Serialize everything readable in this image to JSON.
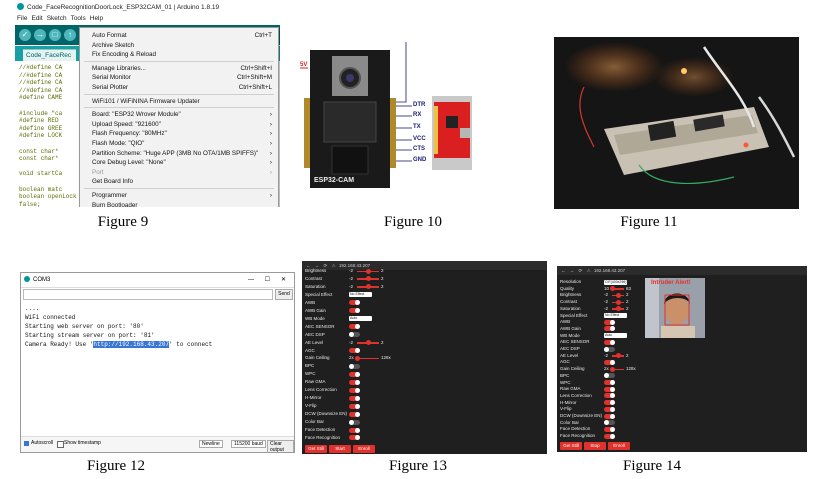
{
  "figure9": {
    "caption": "Figure 9",
    "window_title": "Code_FaceRecognitionDoorLock_ESP32CAM_01 | Arduino 1.8.19",
    "menubar": [
      "File",
      "Edit",
      "Sketch",
      "Tools",
      "Help"
    ],
    "tab_label": "Code_FaceRec",
    "code_lines": [
      "//#define CA",
      "//#define CA",
      "//#define CA",
      "//#define CA",
      "#define CAME",
      "",
      "#include \"ca",
      "#define RED",
      "#define GREE",
      "#define LOCK",
      "",
      "const char*",
      "const char*",
      "",
      "void startCa",
      "",
      "boolean matc",
      "boolean openLock = false;"
    ],
    "tools_menu": [
      {
        "label": "Auto Format",
        "shortcut": "Ctrl+T"
      },
      {
        "label": "Archive Sketch",
        "shortcut": ""
      },
      {
        "label": "Fix Encoding & Reload",
        "shortcut": ""
      },
      {
        "label": "Manage Libraries...",
        "shortcut": "Ctrl+Shift+I"
      },
      {
        "label": "Serial Monitor",
        "shortcut": "Ctrl+Shift+M"
      },
      {
        "label": "Serial Plotter",
        "shortcut": "Ctrl+Shift+L"
      },
      {
        "label": "WiFi101 / WiFiNINA Firmware Updater",
        "shortcut": ""
      },
      {
        "label": "Board: \"ESP32 Wrover Module\"",
        "shortcut": "›"
      },
      {
        "label": "Upload Speed: \"921600\"",
        "shortcut": "›"
      },
      {
        "label": "Flash Frequency: \"80MHz\"",
        "shortcut": "›"
      },
      {
        "label": "Flash Mode: \"QIO\"",
        "shortcut": "›"
      },
      {
        "label": "Partition Scheme: \"Huge APP (3MB No OTA/1MB SPIFFS)\"",
        "shortcut": "›"
      },
      {
        "label": "Core Debug Level: \"None\"",
        "shortcut": "›"
      },
      {
        "label": "Port",
        "shortcut": "›",
        "disabled": true
      },
      {
        "label": "Get Board Info",
        "shortcut": ""
      },
      {
        "label": "Programmer",
        "shortcut": "›"
      },
      {
        "label": "Burn Bootloader",
        "shortcut": ""
      }
    ]
  },
  "figure10": {
    "caption": "Figure 10",
    "supply_label": "5V",
    "board_label": "ESP32-CAM",
    "pins": [
      "DTR",
      "RX",
      "TX",
      "VCC",
      "CTS",
      "GND"
    ]
  },
  "figure11": {
    "caption": "Figure 11"
  },
  "figure12": {
    "caption": "Figure 12",
    "window_title": "COM3",
    "send_label": "Send",
    "lines": [
      "....",
      "WiFi connected",
      "Starting web server on port: '80'",
      "Starting stream server on port: '81'"
    ],
    "camera_ready_prefix": "Camera Ready! Use '",
    "camera_ready_url": "http://192.168.43.207",
    "camera_ready_suffix": "' to connect",
    "autoscroll_label": "Autoscroll",
    "timestamp_label": "Show timestamp",
    "line_ending": "Newline",
    "baud": "115200 baud",
    "clear_label": "Clear output"
  },
  "figure13": {
    "caption": "Figure 13",
    "url": "192.168.43.207",
    "rows": [
      {
        "label": "Brightness",
        "kind": "slider",
        "min": "-2",
        "max": "2",
        "level": 0.5
      },
      {
        "label": "Contrast",
        "kind": "slider",
        "min": "-2",
        "max": "2",
        "level": 0.5
      },
      {
        "label": "Saturation",
        "kind": "slider",
        "min": "-2",
        "max": "2",
        "level": 0.5
      },
      {
        "label": "Special Effect",
        "kind": "select",
        "value": "No Effect"
      },
      {
        "label": "AWB",
        "kind": "toggle",
        "on": true
      },
      {
        "label": "AWB Gain",
        "kind": "toggle",
        "on": true
      },
      {
        "label": "WB Mode",
        "kind": "select",
        "value": "Auto"
      },
      {
        "label": "AEC SENSOR",
        "kind": "toggle",
        "on": true
      },
      {
        "label": "AEC DSP",
        "kind": "toggle",
        "on": false
      },
      {
        "label": "AE Level",
        "kind": "slider",
        "min": "-2",
        "max": "2",
        "level": 0.5
      },
      {
        "label": "AGC",
        "kind": "toggle",
        "on": true
      },
      {
        "label": "Gain Ceiling",
        "kind": "slider",
        "min": "2x",
        "max": "128x",
        "level": 0.0
      },
      {
        "label": "BPC",
        "kind": "toggle",
        "on": false
      },
      {
        "label": "WPC",
        "kind": "toggle",
        "on": true
      },
      {
        "label": "Raw GMA",
        "kind": "toggle",
        "on": true
      },
      {
        "label": "Lens Correction",
        "kind": "toggle",
        "on": true
      },
      {
        "label": "H-Mirror",
        "kind": "toggle",
        "on": true
      },
      {
        "label": "V-Flip",
        "kind": "toggle",
        "on": true
      },
      {
        "label": "DCW (Downsize EN)",
        "kind": "toggle",
        "on": true
      },
      {
        "label": "Color Bar",
        "kind": "toggle",
        "on": false
      },
      {
        "label": "Face Detection",
        "kind": "toggle",
        "on": true
      },
      {
        "label": "Face Recognition",
        "kind": "toggle",
        "on": true
      }
    ],
    "buttons": [
      "Get Still",
      "Start Stream",
      "Enroll Face"
    ]
  },
  "figure14": {
    "caption": "Figure 14",
    "url": "192.168.43.207",
    "preview_text": "Intruder Alert!",
    "rows": [
      {
        "label": "Resolution",
        "kind": "select",
        "value": "CIF(400x296)"
      },
      {
        "label": "Quality",
        "kind": "slider",
        "min": "10",
        "max": "63",
        "level": 0.0
      },
      {
        "label": "Brightness",
        "kind": "slider",
        "min": "-2",
        "max": "2",
        "level": 0.5
      },
      {
        "label": "Contrast",
        "kind": "slider",
        "min": "-2",
        "max": "2",
        "level": 0.5
      },
      {
        "label": "Saturation",
        "kind": "slider",
        "min": "-2",
        "max": "2",
        "level": 0.5
      },
      {
        "label": "Special Effect",
        "kind": "select",
        "value": "No Effect"
      },
      {
        "label": "AWB",
        "kind": "toggle",
        "on": true
      },
      {
        "label": "AWB Gain",
        "kind": "toggle",
        "on": true
      },
      {
        "label": "WB Mode",
        "kind": "select",
        "value": "Auto"
      },
      {
        "label": "AEC SENSOR",
        "kind": "toggle",
        "on": true
      },
      {
        "label": "AEC DSP",
        "kind": "toggle",
        "on": false
      },
      {
        "label": "AE Level",
        "kind": "slider",
        "min": "-2",
        "max": "2",
        "level": 0.5
      },
      {
        "label": "AGC",
        "kind": "toggle",
        "on": true
      },
      {
        "label": "Gain Ceiling",
        "kind": "slider",
        "min": "2x",
        "max": "128x",
        "level": 0.0
      },
      {
        "label": "BPC",
        "kind": "toggle",
        "on": false
      },
      {
        "label": "WPC",
        "kind": "toggle",
        "on": true
      },
      {
        "label": "Raw GMA",
        "kind": "toggle",
        "on": true
      },
      {
        "label": "Lens Correction",
        "kind": "toggle",
        "on": true
      },
      {
        "label": "H-Mirror",
        "kind": "toggle",
        "on": true
      },
      {
        "label": "V-Flip",
        "kind": "toggle",
        "on": true
      },
      {
        "label": "DCW (Downsize EN)",
        "kind": "toggle",
        "on": true
      },
      {
        "label": "Color Bar",
        "kind": "toggle",
        "on": false
      },
      {
        "label": "Face Detection",
        "kind": "toggle",
        "on": true
      },
      {
        "label": "Face Recognition",
        "kind": "toggle",
        "on": true
      }
    ],
    "buttons": [
      "Get Still",
      "Stop Stream",
      "Enroll Face"
    ]
  },
  "colors": {
    "accent_red": "#e0322d",
    "arduino_teal": "#006468",
    "panel_dark": "#1f1f1f"
  }
}
